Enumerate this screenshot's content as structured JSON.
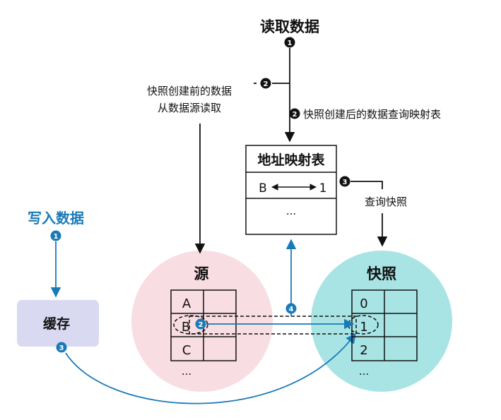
{
  "read": {
    "title": "读取数据",
    "step1": "1",
    "branch_step": "2",
    "before_line1": "快照创建前的数据",
    "before_line2": "从数据源读取",
    "after_step": "2",
    "after_label": "快照创建后的数据查询映射表"
  },
  "mapping_table": {
    "title": "地址映射表",
    "row1_left": "B",
    "row1_right": "1",
    "row2": "...",
    "query_step": "3",
    "query_label": "查询快照"
  },
  "write": {
    "title": "写入数据",
    "step1": "1",
    "cache_label": "缓存",
    "cache_step": "3"
  },
  "source": {
    "title": "源",
    "rows": [
      "A",
      "B",
      "C"
    ],
    "more": "...",
    "b_step": "2"
  },
  "snapshot": {
    "title": "快照",
    "rows": [
      "0",
      "1",
      "2"
    ],
    "more": "...",
    "update_step": "4"
  },
  "colors": {
    "black": "#111111",
    "blue": "#1a7ab8",
    "source_circle": "#f8dde3",
    "snapshot_circle": "#a8e4e4",
    "cache_box": "#d9d9f2"
  }
}
